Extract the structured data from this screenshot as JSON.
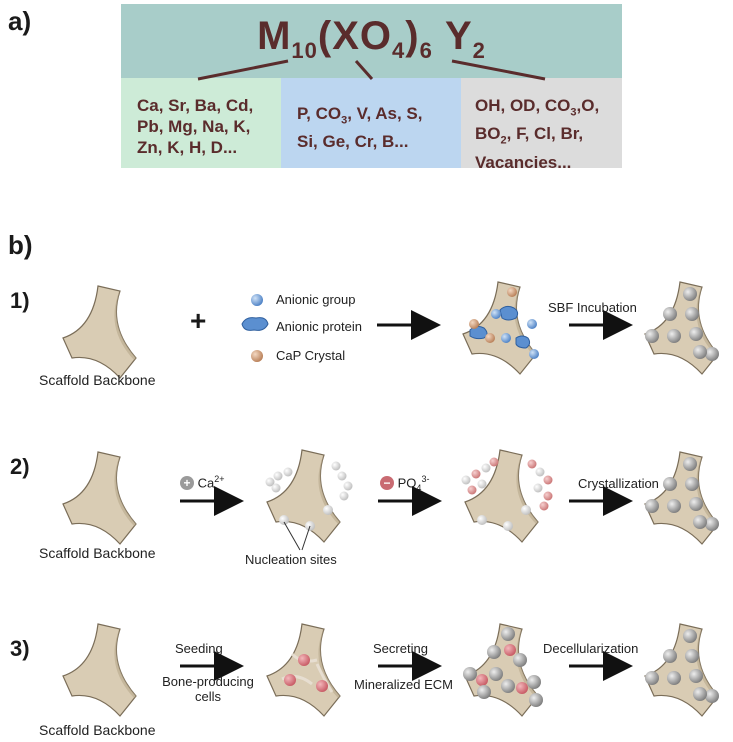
{
  "panel_a": {
    "label": "a)",
    "formula": {
      "M": "M",
      "m_sub": "10",
      "open": "(XO",
      "xo_sub": "4",
      "close": ")",
      "paren_sub": "6",
      "Y": "Y",
      "y_sub": "2"
    },
    "m_sites": {
      "lines": [
        "Ca, Sr, Ba, Cd,",
        "Pb, Mg, Na, K,",
        "Zn, K, H, D..."
      ]
    },
    "x_sites": {
      "line1_a": "P, CO",
      "line1_sub": "3",
      "line1_b": ", V, As, S,",
      "line2": "Si, Ge, Cr, B..."
    },
    "y_sites": {
      "line1_a": "OH, OD, CO",
      "line1_sub": "3",
      "line1_b": ",O,",
      "line2_a": "BO",
      "line2_sub": "2",
      "line2_b": ", F, Cl, Br,",
      "line3": "Vacancies..."
    }
  },
  "panel_b": {
    "label": "b)",
    "row1": {
      "num": "1)",
      "scaffold_label": "Scaffold Backbone",
      "plus": "+",
      "legend": [
        "Anionic group",
        "Anionic protein",
        "CaP Crystal"
      ],
      "step_label": "SBF Incubation"
    },
    "row2": {
      "num": "2)",
      "scaffold_label": "Scaffold Backbone",
      "ion1_sign": "+",
      "ion1_label": "Ca",
      "ion1_sup": "2+",
      "ion2_sign": "−",
      "ion2_label": "PO",
      "ion2_sub": "4",
      "ion2_sup": "3-",
      "nucleation_label": "Nucleation sites",
      "step_label": "Crystallization"
    },
    "row3": {
      "num": "3)",
      "scaffold_label": "Scaffold Backbone",
      "seeding_label": "Seeding",
      "cells_line1": "Bone-producing",
      "cells_line2": "cells",
      "secreting_label": "Secreting",
      "ecm_label": "Mineralized ECM",
      "step_label": "Decellularization"
    }
  },
  "colors": {
    "formula_bg": "#a8cdc9",
    "m_bg": "#cdebd7",
    "x_bg": "#bcd6f0",
    "y_bg": "#dcdcdc",
    "text_brown": "#5a2c2c",
    "scaffold": "#d9ccb4",
    "anionic_group": "#5b8fd0",
    "cap_crystal": "#c9946a",
    "ion_gray": "#c0c0c0",
    "ion_red": "#d98a8a",
    "cell_pink": "#d6737a"
  }
}
